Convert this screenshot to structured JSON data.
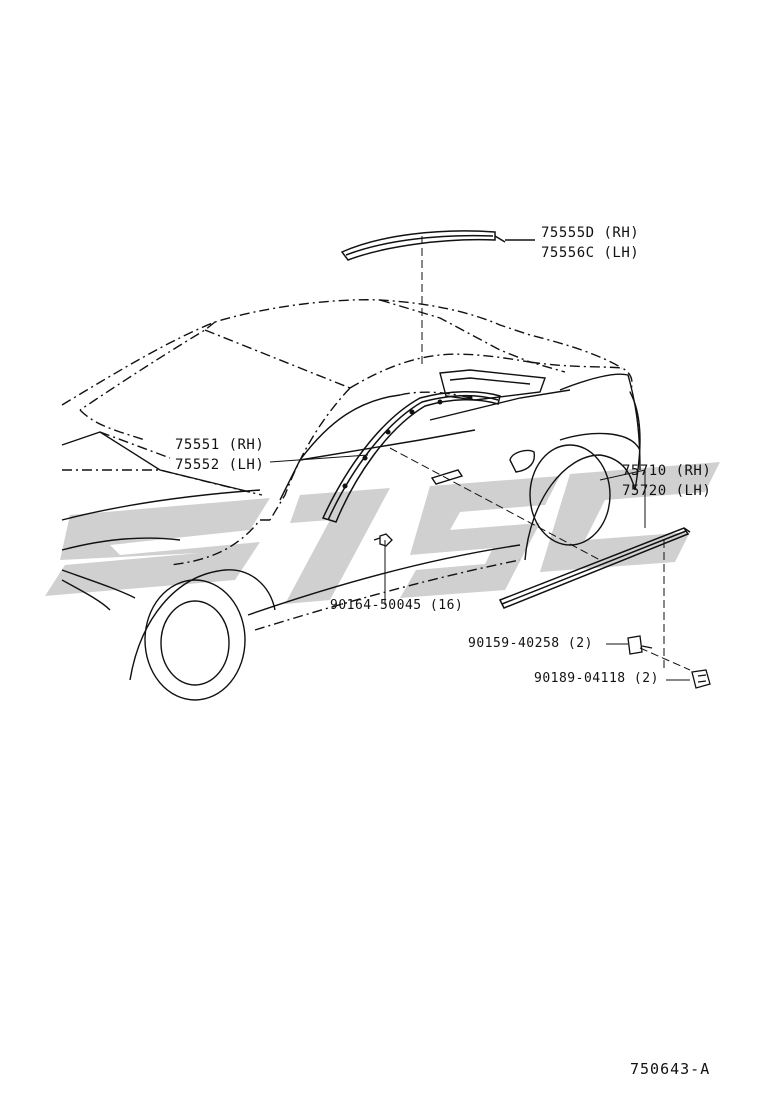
{
  "diagram": {
    "figure_code": "750643-A",
    "watermark_color": "#c8c8c8",
    "callouts": [
      {
        "id": "roof-molding",
        "part_rh": "75555D (RH)",
        "part_lh": "75556C (LH)"
      },
      {
        "id": "windshield-molding",
        "part_rh": "75551 (RH)",
        "part_lh": "75552 (LH)"
      },
      {
        "id": "rocker-molding",
        "part_rh": "75710 (RH)",
        "part_lh": "75720 (LH)"
      },
      {
        "id": "screw",
        "part": "90164-50045 (16)"
      },
      {
        "id": "clip-a",
        "part": "90159-40258 (2)"
      },
      {
        "id": "clip-b",
        "part": "90189-04118 (2)"
      }
    ]
  }
}
